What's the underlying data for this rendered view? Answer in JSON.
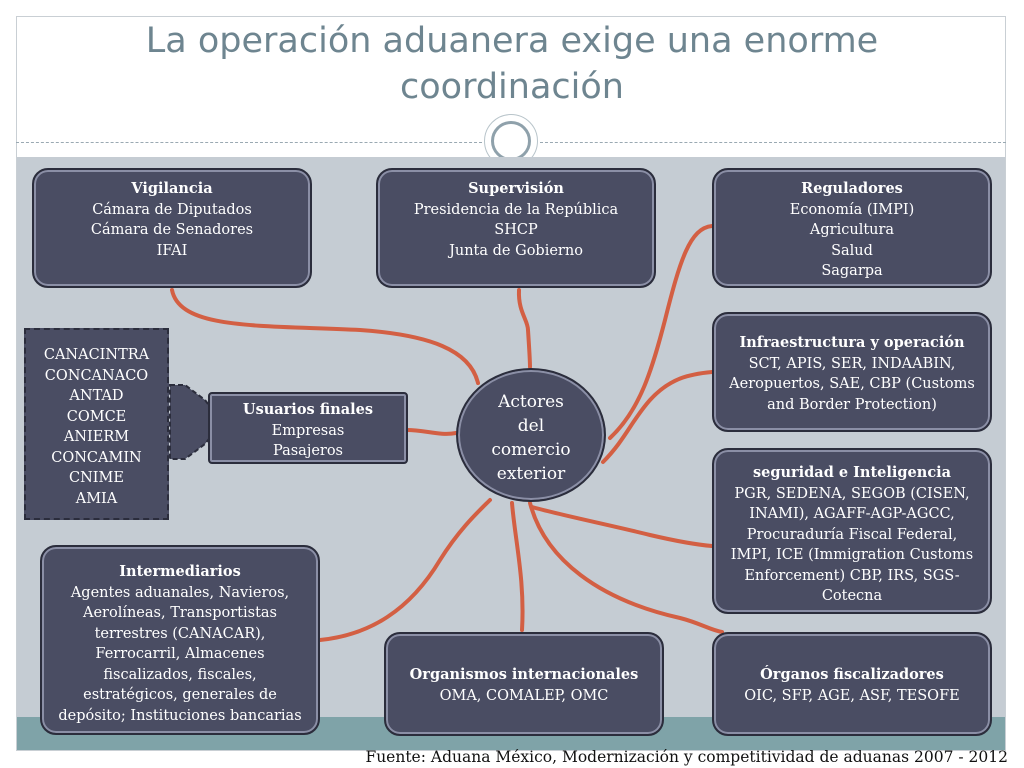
{
  "title": "La operación aduanera exige una enorme coordinación",
  "center": {
    "lines": [
      "Actores",
      "del",
      "comercio",
      "exterior"
    ]
  },
  "industry_groups": [
    "CANACINTRA",
    "CONCANACO",
    "ANTAD",
    "COMCE",
    "ANIERM",
    "CONCAMIN",
    "CNIME",
    "AMIA"
  ],
  "boxes": {
    "vigilancia": {
      "title": "Vigilancia",
      "lines": [
        "Cámara de Diputados",
        "Cámara de Senadores",
        "IFAI"
      ]
    },
    "supervision": {
      "title": "Supervisión",
      "lines": [
        "Presidencia de la República",
        "SHCP",
        "Junta de Gobierno"
      ]
    },
    "reguladores": {
      "title": "Reguladores",
      "lines": [
        "Economía (IMPI)",
        "Agricultura",
        "Salud",
        "Sagarpa"
      ]
    },
    "infraestructura": {
      "title": "Infraestructura y operación",
      "lines": [
        "SCT, APIS, SER, INDAABIN,",
        "Aeropuertos, SAE, CBP (Customs",
        "and Border Protection)"
      ]
    },
    "usuarios": {
      "title": "Usuarios finales",
      "lines": [
        "Empresas",
        "Pasajeros"
      ]
    },
    "seguridad": {
      "title": "seguridad e Inteligencia",
      "lines": [
        "PGR, SEDENA, SEGOB (CISEN,",
        "INAMI), AGAFF-AGP-AGCC,",
        "Procuraduría Fiscal Federal,",
        "IMPI, ICE (Immigration Customs",
        "Enforcement) CBP, IRS, SGS-",
        "Cotecna"
      ]
    },
    "intermediarios": {
      "title": "Intermediarios",
      "lines": [
        "Agentes aduanales, Navieros,",
        "Aerolíneas, Transportistas",
        "terrestres (CANACAR),",
        "Ferrocarril, Almacenes",
        "fiscalizados, fiscales,",
        "estratégicos, generales de",
        "depósito; Instituciones bancarias"
      ]
    },
    "organismos": {
      "title": "Organismos internacionales",
      "lines": [
        "OMA, COMALEP, OMC"
      ]
    },
    "organos": {
      "title": "Órganos fiscalizadores",
      "lines": [
        "OIC, SFP, AGE, ASF, TESOFE"
      ]
    }
  },
  "footer": "Fuente: Aduana México, Modernización y competitividad de aduanas 2007 - 2012",
  "colors": {
    "box": "#4a4d63",
    "connector": "#d35f43",
    "background": "#c5ccd3",
    "title": "#6e8590"
  }
}
